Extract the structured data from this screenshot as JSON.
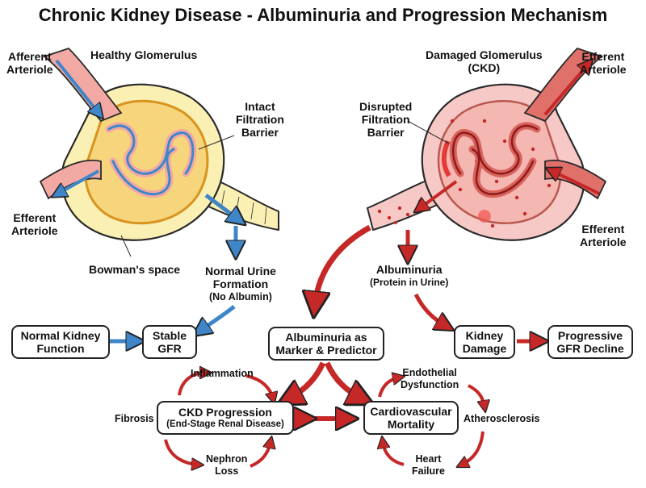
{
  "title": "Chronic Kidney Disease - Albuminuria and Progression Mechanism",
  "healthy": {
    "heading": "Healthy Glomerulus",
    "afferent": [
      "Afferent",
      "Arteriole"
    ],
    "efferent": [
      "Efferent",
      "Arteriole"
    ],
    "barrier": [
      "Intact",
      "Filtration",
      "Barrier"
    ],
    "bowman": "Bowman's space",
    "urine": [
      "Normal Urine",
      "Formation"
    ],
    "urine_note": "(No Albumin)"
  },
  "damaged": {
    "heading": [
      "Damaged Glomerulus",
      "(CKD)"
    ],
    "afferent": [
      "Efferent",
      "Arteriole"
    ],
    "efferent": [
      "Efferent",
      "Arteriole"
    ],
    "barrier": [
      "Disrupted",
      "Filtration",
      "Barrier"
    ],
    "albuminuria": "Albuminuria",
    "albuminuria_note": "(Protein in Urine)"
  },
  "boxes": {
    "normal_function": [
      "Normal Kidney",
      "Function"
    ],
    "stable_gfr": [
      "Stable",
      "GFR"
    ],
    "marker": [
      "Albuminuria as",
      "Marker & Predictor"
    ],
    "kidney_damage": [
      "Kidney",
      "Damage"
    ],
    "gfr_decline": [
      "Progressive",
      "GFR Decline"
    ],
    "ckd_progression": "CKD Progression",
    "ckd_note": "(End-Stage Renal Disease)",
    "cv_mortality": [
      "Cardiovascular",
      "Mortality"
    ]
  },
  "left_cycle": {
    "inflammation": "Inflammation",
    "fibrosis": "Fibrosis",
    "nephron_loss": [
      "Nephron",
      "Loss"
    ]
  },
  "right_cycle": {
    "endothelial": [
      "Endothelial",
      "Dysfunction"
    ],
    "atherosclerosis": "Atherosclerosis",
    "heart_failure": [
      "Heart",
      "Failure"
    ]
  },
  "colors": {
    "healthy_fill": "#fbf0b4",
    "healthy_orange": "#f3b24a",
    "vessel_pink": "#f2a9a4",
    "blue_arrow": "#3f86c9",
    "damaged_fill": "#f6c9c6",
    "red_arrow": "#c62828",
    "outline": "#2a2a2a"
  }
}
